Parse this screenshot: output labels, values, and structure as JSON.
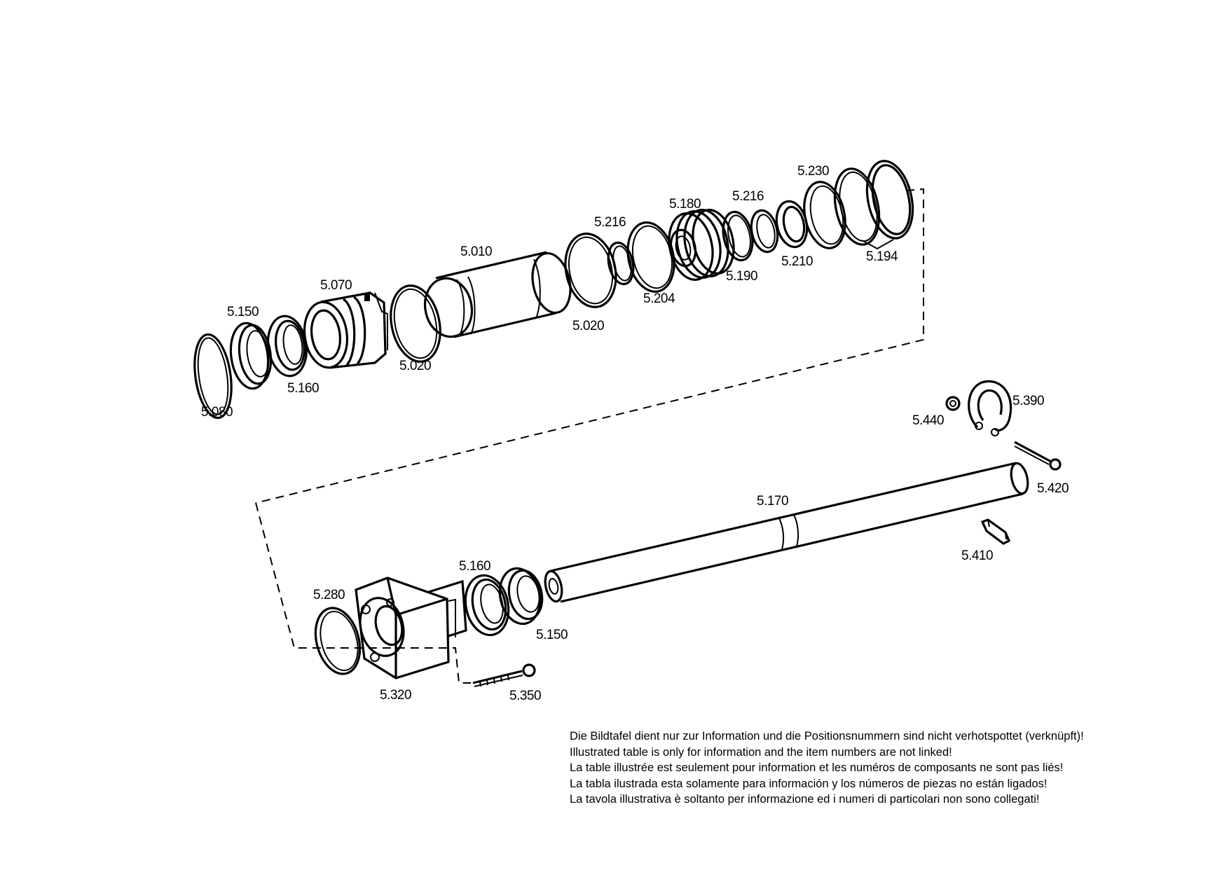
{
  "labels": {
    "p5010": "5.010",
    "p5020a": "5.020",
    "p5020b": "5.020",
    "p5070": "5.070",
    "p5080": "5.080",
    "p5150a": "5.150",
    "p5150b": "5.150",
    "p5160a": "5.160",
    "p5160b": "5.160",
    "p5170": "5.170",
    "p5180": "5.180",
    "p5190": "5.190",
    "p5194": "5.194",
    "p5204": "5.204",
    "p5210": "5.210",
    "p5216a": "5.216",
    "p5216b": "5.216",
    "p5230": "5.230",
    "p5280": "5.280",
    "p5320": "5.320",
    "p5350": "5.350",
    "p5390": "5.390",
    "p5410": "5.410",
    "p5420": "5.420",
    "p5440": "5.440"
  },
  "disclaimer": {
    "de": "Die Bildtafel dient nur zur Information und die Positionsnummern sind nicht verhotspottet (verknüpft)!",
    "en": "Illustrated table is only for information and the item numbers are not linked!",
    "fr": "La table illustrée est seulement pour information et les numéros de composants ne sont pas liés!",
    "es": "La tabla ilustrada esta solamente para información y los números de piezas no están ligados!",
    "it": "La tavola illustrativa è soltanto per informazione ed i numeri di particolari non sono collegati!"
  }
}
